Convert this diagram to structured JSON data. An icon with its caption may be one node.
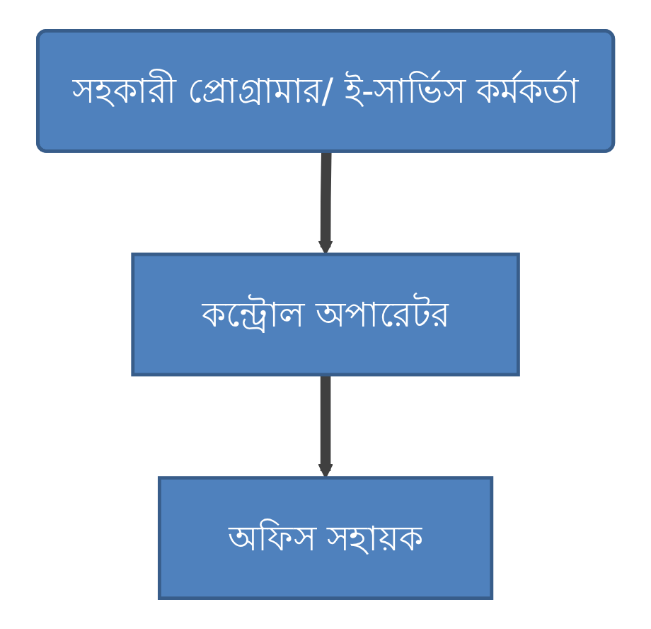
{
  "diagram": {
    "nodes": [
      {
        "text": [
          "সহকারী প্রোগ্রামার/ ই-সার্ভিস কর্মকর্তা"
        ]
      },
      {
        "text": [
          "কন্ট্রোল অপারেটর"
        ]
      },
      {
        "text": [
          "অফিস সহায়ক"
        ]
      }
    ],
    "edges": [
      {
        "from": 0,
        "to": 1,
        "arrow": "to"
      },
      {
        "from": 1,
        "to": 2,
        "arrow": "to"
      }
    ]
  }
}
